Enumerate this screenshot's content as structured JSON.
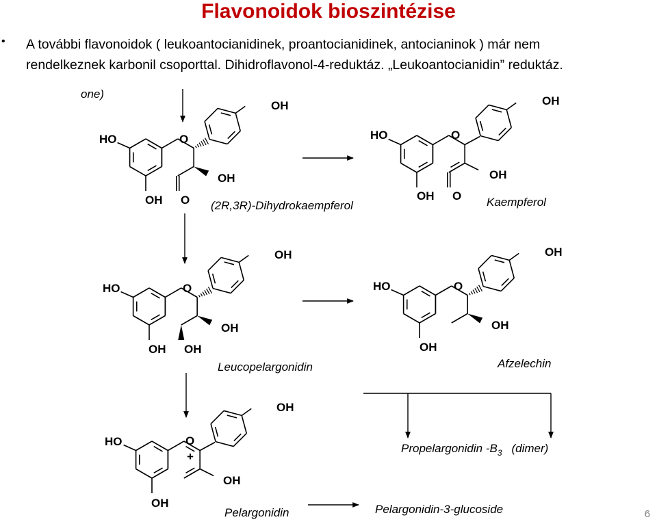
{
  "slide": {
    "title": "Flavonoidok bioszintézise",
    "bullet_line1": "A további flavonoidok ( leukoantocianidinek, proantocianidinek, antocianinok ) már nem",
    "bullet_line2": "rendelkeznek karbonil csoporttal. Dihidroflavonol-4-reduktáz. „Leukoantocianidin” reduktáz.",
    "page_number": "6"
  },
  "scheme": {
    "cut_label": "one)",
    "compounds": {
      "dihydrokaempferol": "(2R,3R)-Dihydrokaempferol",
      "kaempferol": "Kaempferol",
      "leucopelargonidin": "Leucopelargonidin",
      "afzelechin": "Afzelechin",
      "pelargonidin": "Pelargonidin",
      "propelargonidin": "Propelargonidin -B",
      "propelargonidin_sub": "3",
      "dimer": "(dimer)",
      "glucoside": "Pelargonidin-3-glucoside"
    },
    "atoms": {
      "oh": "OH",
      "ho": "HO",
      "o": "O",
      "plus": "+"
    }
  },
  "colors": {
    "title": "#c00000",
    "text": "#000000",
    "page_number": "#7f7f7f"
  }
}
